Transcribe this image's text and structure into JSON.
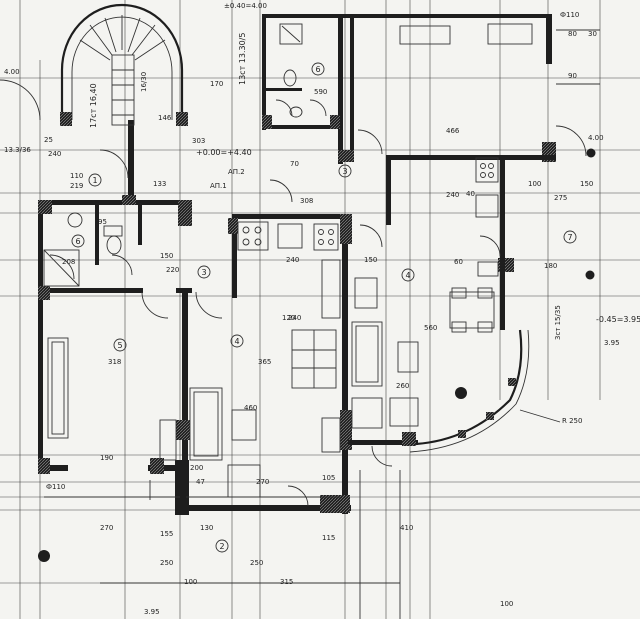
{
  "plan": {
    "rooms": [
      {
        "num": "1"
      },
      {
        "num": "2"
      },
      {
        "num": "3"
      },
      {
        "num": "4"
      },
      {
        "num": "5"
      },
      {
        "num": "6"
      },
      {
        "num": "7"
      }
    ],
    "labels": {
      "stair_steps": "17ст 16,40",
      "stair_steps_top": "13ст 13.30/5",
      "stair_dim": "16/30",
      "elev_entry": "+0.00=+4.40",
      "elev_left": "13.3/36",
      "elev_top": "±0.40=4.00",
      "elev_right": "-0.45=3.95",
      "stair_right": "3ст 15/35",
      "elev_right2": "3.95",
      "elev_bottom": "3.95",
      "radius": "R 250",
      "ap1": "АП.1",
      "ap2": "АП.2",
      "top_left": "4.00",
      "top_right_code": "Ф110",
      "bottom_code": "Ф110",
      "mark_right": "4.00"
    },
    "dims": {
      "d80a": "80",
      "d30a": "30",
      "d90a": "90",
      "d170": "170",
      "d303": "303",
      "d133": "133",
      "d110": "110",
      "d219": "219",
      "d240": "240",
      "d25": "25",
      "d150": "150",
      "d208": "208",
      "d220": "220",
      "d308": "308",
      "d466": "466",
      "d100": "100",
      "d275": "275",
      "d180": "180",
      "d365": "365",
      "d318": "318",
      "d190": "190",
      "d270": "270",
      "d47": "47",
      "d105": "105",
      "d115": "115",
      "d410": "410",
      "d260": "260",
      "d315": "315",
      "d250": "250",
      "d95": "95",
      "d40": "40",
      "d60": "60",
      "d560": "560",
      "d120": "120",
      "d460": "460",
      "d200": "200",
      "d130": "130",
      "d70": "70",
      "d155": "155",
      "d590": "590",
      "d146": "146"
    }
  }
}
